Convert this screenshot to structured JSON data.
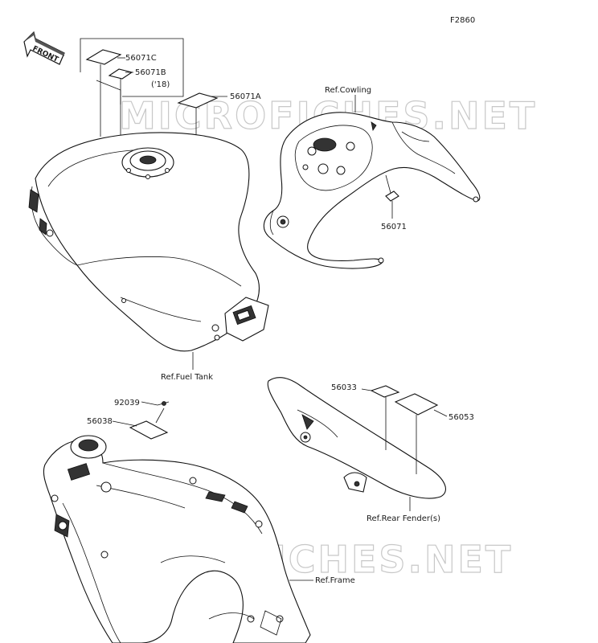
{
  "figure_code": "F2860",
  "front_arrow": {
    "label": "FRONT"
  },
  "watermark": "MICROFICHES.NET",
  "callouts": {
    "p56071C": "56071C",
    "p56071B": "56071B",
    "p56071B_note": "('18)",
    "p56071A": "56071A",
    "p56071": "56071",
    "p56033": "56033",
    "p56053": "56053",
    "p92039": "92039",
    "p56038": "56038"
  },
  "references": {
    "cowling": "Ref.Cowling",
    "fuel_tank": "Ref.Fuel Tank",
    "rear_fender": "Ref.Rear Fender(s)",
    "frame": "Ref.Frame"
  }
}
